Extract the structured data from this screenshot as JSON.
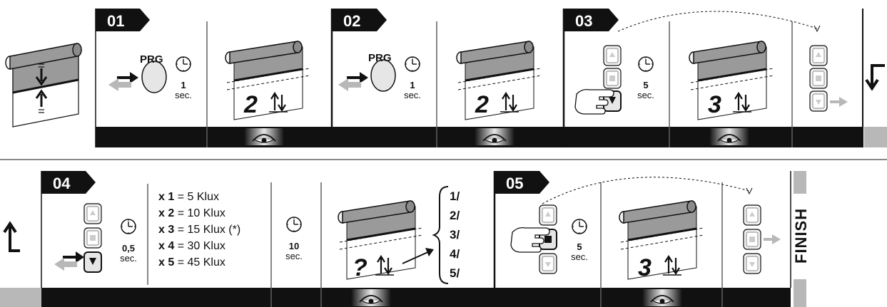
{
  "row1": {
    "steps": [
      {
        "number": "01",
        "button": "PRG",
        "time": "1",
        "unit": "sec.",
        "result": "2"
      },
      {
        "number": "02",
        "button": "PRG",
        "time": "1",
        "unit": "sec.",
        "result": "2"
      },
      {
        "number": "03",
        "time": "5",
        "unit": "sec.",
        "result": "3"
      }
    ]
  },
  "row2": {
    "step04": {
      "number": "04",
      "time": "0,5",
      "unit": "sec.",
      "presses": [
        {
          "count": "x 1",
          "value": "= 5 Klux"
        },
        {
          "count": "x 2",
          "value": "= 10 Klux"
        },
        {
          "count": "x 3",
          "value": "= 15 Klux (*)"
        },
        {
          "count": "x 4",
          "value": "= 30 Klux"
        },
        {
          "count": "x 5",
          "value": "= 45 Klux"
        }
      ],
      "wait_time": "10",
      "wait_unit": "sec.",
      "result": "?",
      "options": [
        "1/",
        "2/",
        "3/",
        "4/",
        "5/"
      ]
    },
    "step05": {
      "number": "05",
      "time": "5",
      "unit": "sec.",
      "result": "3"
    },
    "finish_label": "FINISH"
  },
  "icons": {
    "arrows": "up-down-arrows-icon",
    "eye": "eye-icon",
    "clock": "clock-icon",
    "hand": "pointing-hand-icon"
  },
  "colors": {
    "bar": "#111111",
    "accent_gray": "#b8b8b8",
    "blind": "#9a9a9a"
  }
}
